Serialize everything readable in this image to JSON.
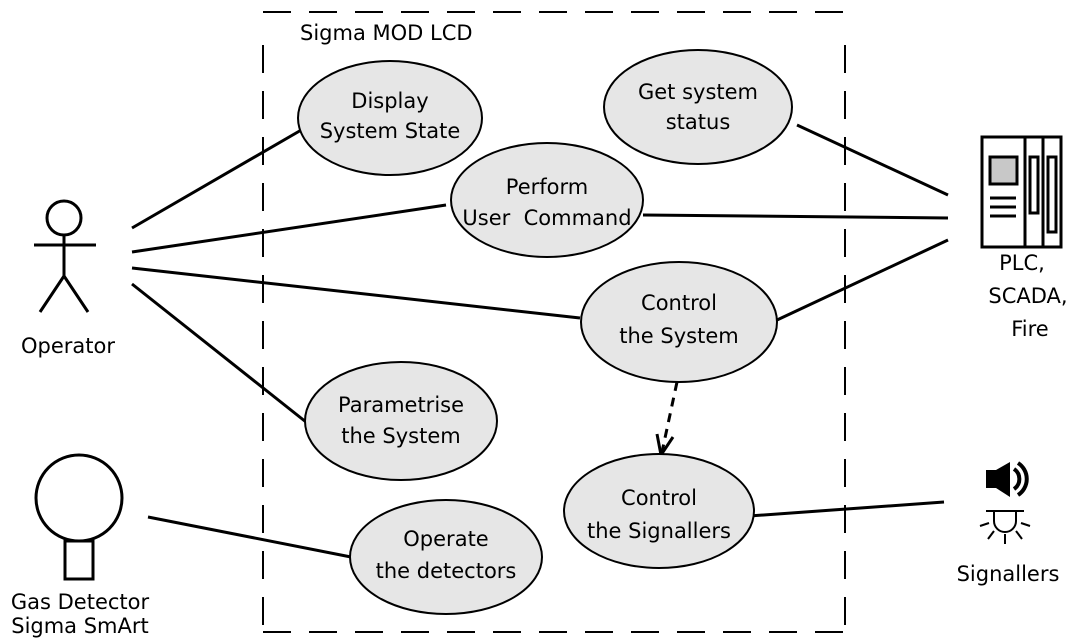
{
  "system": {
    "title": "Sigma MOD LCD"
  },
  "use_cases": [
    {
      "id": "display-system-state",
      "lines": [
        "Display",
        "System State"
      ]
    },
    {
      "id": "get-system-status",
      "lines": [
        "Get system",
        "status"
      ]
    },
    {
      "id": "perform-user-command",
      "lines": [
        "Perform",
        "User  Command"
      ]
    },
    {
      "id": "control-the-system",
      "lines": [
        "Control",
        "the System"
      ]
    },
    {
      "id": "parametrise-the-system",
      "lines": [
        "Parametrise",
        "the System"
      ]
    },
    {
      "id": "control-the-signallers",
      "lines": [
        "Control",
        "the Signallers"
      ]
    },
    {
      "id": "operate-the-detectors",
      "lines": [
        "Operate",
        "the detectors"
      ]
    }
  ],
  "actors": {
    "operator": {
      "label": "Operator"
    },
    "gas_detector": {
      "lines": [
        "Gas Detector",
        "Sigma SmArt"
      ]
    },
    "plc": {
      "lines": [
        "PLC,",
        "SCADA,",
        "Fire"
      ]
    },
    "signallers": {
      "label": "Signallers"
    }
  },
  "icons": {
    "operator": "stick-figure-icon",
    "gas_detector": "gas-detector-icon",
    "plc": "plc-cabinet-icon",
    "speaker": "speaker-icon",
    "beacon": "beacon-light-icon"
  },
  "colors": {
    "use_case_fill": "#e6e6e6",
    "stroke": "#000000",
    "background": "#ffffff"
  }
}
